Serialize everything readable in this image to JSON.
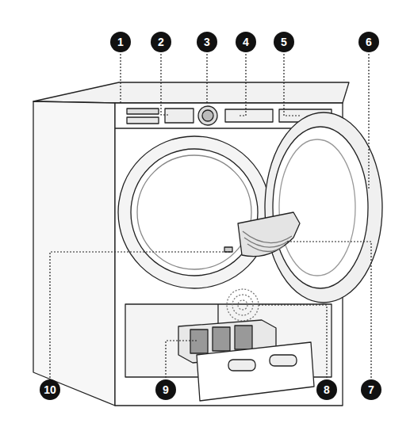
{
  "diagram": {
    "labels": [
      "1",
      "2",
      "3",
      "4",
      "5",
      "6",
      "10",
      "9",
      "8",
      "7"
    ]
  }
}
